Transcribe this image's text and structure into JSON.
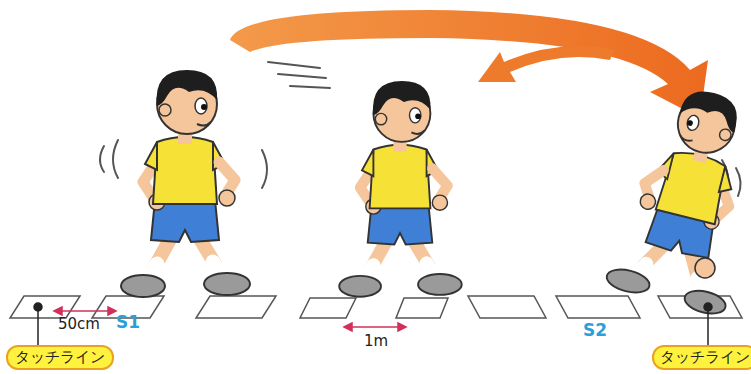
{
  "diagram": {
    "nodes": [
      {
        "text": [
          "タッチライン"
        ]
      },
      {
        "text": [
          "タッチライン"
        ]
      }
    ],
    "labels": [
      "50cm",
      "S1",
      "1m",
      "S2"
    ]
  }
}
